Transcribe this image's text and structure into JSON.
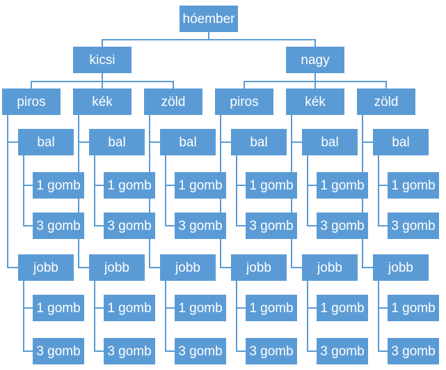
{
  "diagram": {
    "root": {
      "label": "hóember"
    },
    "branches": [
      {
        "label": "kicsi",
        "children": [
          {
            "label": "piros",
            "sides": [
              {
                "label": "bal",
                "buttons": [
                  "1 gomb",
                  "3 gomb"
                ]
              },
              {
                "label": "jobb",
                "buttons": [
                  "1 gomb",
                  "3 gomb"
                ]
              }
            ]
          },
          {
            "label": "kék",
            "sides": [
              {
                "label": "bal",
                "buttons": [
                  "1 gomb",
                  "3 gomb"
                ]
              },
              {
                "label": "jobb",
                "buttons": [
                  "1 gomb",
                  "3 gomb"
                ]
              }
            ]
          },
          {
            "label": "zöld",
            "sides": [
              {
                "label": "bal",
                "buttons": [
                  "1 gomb",
                  "3 gomb"
                ]
              },
              {
                "label": "jobb",
                "buttons": [
                  "1 gomb",
                  "3 gomb"
                ]
              }
            ]
          }
        ]
      },
      {
        "label": "nagy",
        "children": [
          {
            "label": "piros",
            "sides": [
              {
                "label": "bal",
                "buttons": [
                  "1 gomb",
                  "3 gomb"
                ]
              },
              {
                "label": "jobb",
                "buttons": [
                  "1 gomb",
                  "3 gomb"
                ]
              }
            ]
          },
          {
            "label": "kék",
            "sides": [
              {
                "label": "bal",
                "buttons": [
                  "1 gomb",
                  "3 gomb"
                ]
              },
              {
                "label": "jobb",
                "buttons": [
                  "1 gomb",
                  "3 gomb"
                ]
              }
            ]
          },
          {
            "label": "zöld",
            "sides": [
              {
                "label": "bal",
                "buttons": [
                  "1 gomb",
                  "3 gomb"
                ]
              },
              {
                "label": "jobb",
                "buttons": [
                  "1 gomb",
                  "3 gomb"
                ]
              }
            ]
          }
        ]
      }
    ],
    "colors": {
      "box_fill": "#5b9bd5",
      "connector": "#5b9bd5",
      "text": "#ffffff"
    }
  }
}
